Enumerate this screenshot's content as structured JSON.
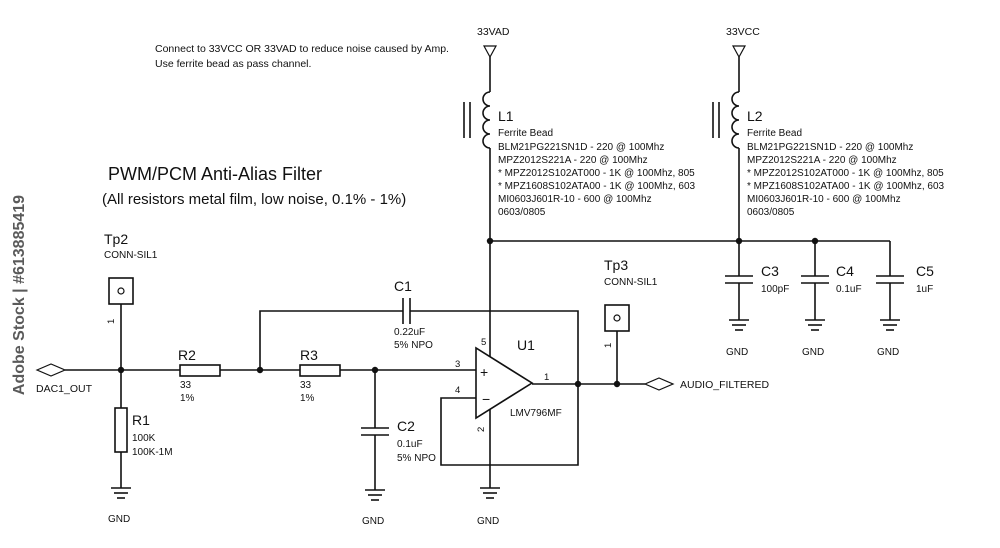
{
  "title": "PWM/PCM Anti-Alias Filter",
  "subtitle": "(All resistors metal film, low noise, 0.1% - 1%)",
  "note": {
    "line1": "Connect to 33VCC OR 33VAD to reduce noise caused by Amp.",
    "line2": "Use ferrite bead as pass channel."
  },
  "rails": {
    "vad": "33VAD",
    "vcc": "33VCC",
    "gnd": "GND"
  },
  "bead_options": [
    "BLM21PG221SN1D - 220 @ 100Mhz",
    "MPZ2012S221A - 220 @ 100Mhz",
    "* MPZ2012S102AT000 - 1K @ 100Mhz, 805",
    "* MPZ1608S102ATA00 - 1K @ 100Mhz, 603",
    "MI0603J601R-10 - 600 @ 100Mhz",
    "0603/0805"
  ],
  "components": {
    "L1": {
      "ref": "L1",
      "type": "Ferrite Bead"
    },
    "L2": {
      "ref": "L2",
      "type": "Ferrite Bead"
    },
    "C1": {
      "ref": "C1",
      "value": "0.22uF",
      "tol": "5% NPO"
    },
    "C2": {
      "ref": "C2",
      "value": "0.1uF",
      "tol": "5% NPO"
    },
    "C3": {
      "ref": "C3",
      "value": "100pF"
    },
    "C4": {
      "ref": "C4",
      "value": "0.1uF"
    },
    "C5": {
      "ref": "C5",
      "value": "1uF"
    },
    "R1": {
      "ref": "R1",
      "value": "100K",
      "tol": "100K-1M"
    },
    "R2": {
      "ref": "R2",
      "value": "33",
      "tol": "1%"
    },
    "R3": {
      "ref": "R3",
      "value": "33",
      "tol": "1%"
    },
    "U1": {
      "ref": "U1",
      "part": "LMV796MF"
    },
    "Tp2": {
      "ref": "Tp2",
      "type": "CONN-SIL1"
    },
    "Tp3": {
      "ref": "Tp3",
      "type": "CONN-SIL1"
    }
  },
  "pins": {
    "p1": "1",
    "p2": "2",
    "p3": "3",
    "p4": "4",
    "p5": "5"
  },
  "ports": {
    "in": "DAC1_OUT",
    "out": "AUDIO_FILTERED"
  },
  "stock_id": "Adobe Stock | #613885419"
}
